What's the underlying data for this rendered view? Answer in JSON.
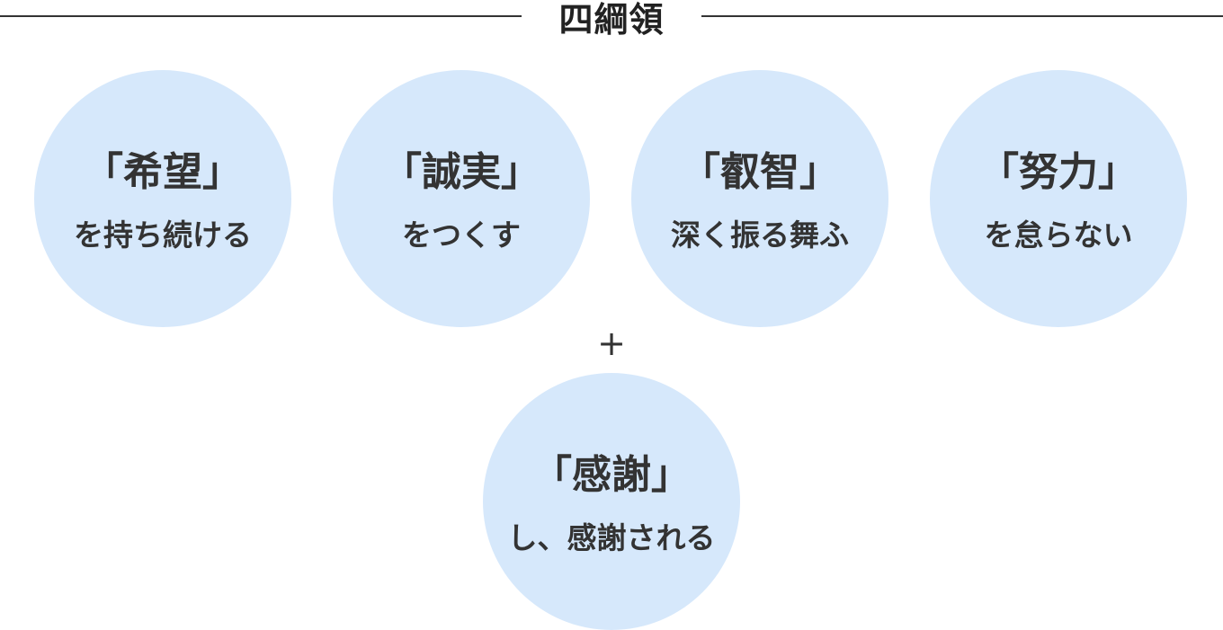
{
  "title": "四綱領",
  "principles": [
    {
      "main": "「希望」",
      "sub": "を持ち続ける"
    },
    {
      "main": "「誠実」",
      "sub": "をつくす"
    },
    {
      "main": "「叡智」",
      "sub": "深く振る舞ふ"
    },
    {
      "main": "「努力」",
      "sub": "を怠らない"
    }
  ],
  "plus_symbol": "+",
  "extra": {
    "main": "「感謝」",
    "sub": "し、感謝される"
  },
  "colors": {
    "circle_fill": "#d6e8fb",
    "text": "#333333",
    "rule": "#333333"
  }
}
